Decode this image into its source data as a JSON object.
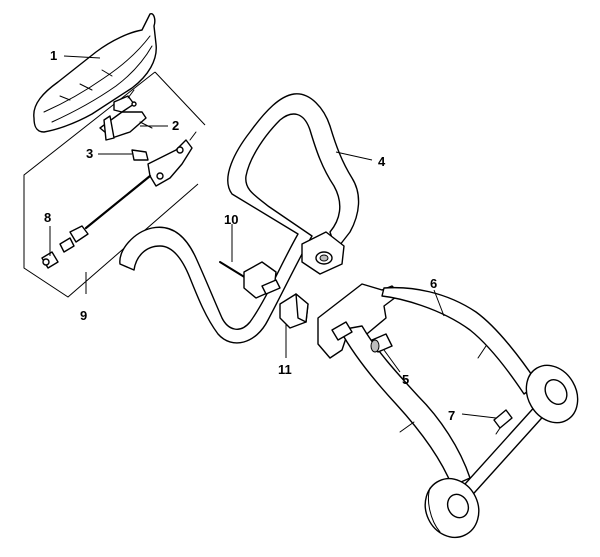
{
  "callouts": [
    {
      "id": "1",
      "label": "1"
    },
    {
      "id": "2",
      "label": "2"
    },
    {
      "id": "3",
      "label": "3"
    },
    {
      "id": "4",
      "label": "4"
    },
    {
      "id": "5",
      "label": "5"
    },
    {
      "id": "6",
      "label": "6"
    },
    {
      "id": "7",
      "label": "7"
    },
    {
      "id": "8",
      "label": "8"
    },
    {
      "id": "9",
      "label": "9"
    },
    {
      "id": "10",
      "label": "10"
    },
    {
      "id": "11",
      "label": "11"
    }
  ],
  "colors": {
    "line": "#000000",
    "background": "#ffffff",
    "shade": "#bdbdbd"
  }
}
